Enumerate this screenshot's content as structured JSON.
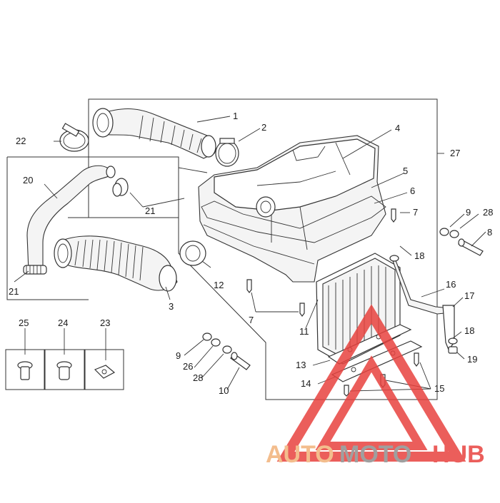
{
  "diagram": {
    "callouts": {
      "c1": "1",
      "c2": "2",
      "c3": "3",
      "c4": "4",
      "c5": "5",
      "c6": "6",
      "c7a": "7",
      "c7b": "7",
      "c8": "8",
      "c9a": "9",
      "c9b": "9",
      "c10": "10",
      "c11": "11",
      "c12": "12",
      "c13": "13",
      "c14": "14",
      "c15": "15",
      "c16": "16",
      "c17": "17",
      "c18a": "18",
      "c18b": "18",
      "c19": "19",
      "c20": "20",
      "c21a": "21",
      "c21b": "21",
      "c22": "22",
      "c23": "23",
      "c24": "24",
      "c25": "25",
      "c26": "26",
      "c27": "27",
      "c28a": "28",
      "c28b": "28"
    }
  },
  "watermark": {
    "part1": "AUTO",
    "part2": "MOTO",
    "part3": "HUB",
    "colors": {
      "orange": "#f2b27a",
      "gray": "#8f8f8f",
      "red": "#e8433f"
    }
  }
}
